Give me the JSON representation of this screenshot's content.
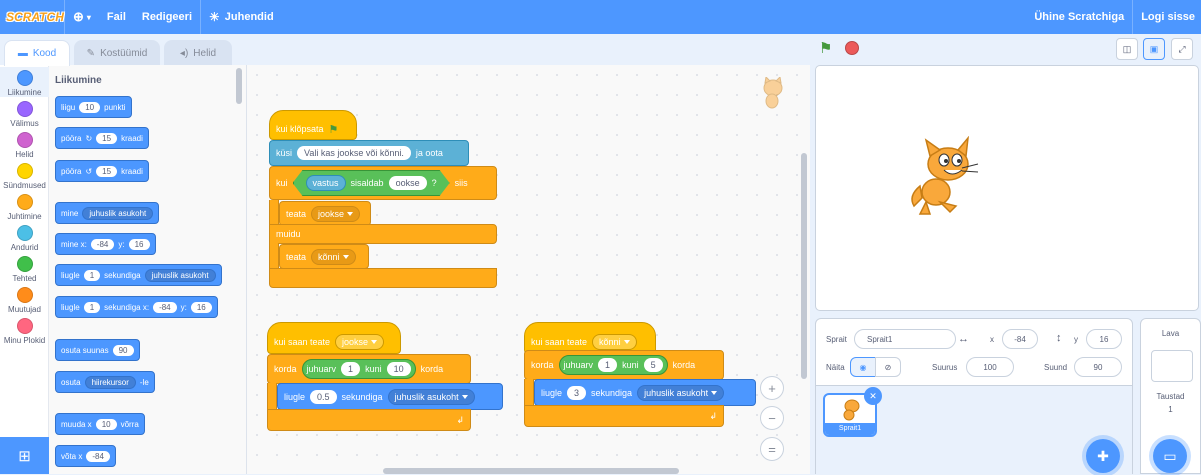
{
  "menubar": {
    "logo": "SCRATCH",
    "file": "Fail",
    "edit": "Redigeeri",
    "tutorials": "Juhendid",
    "join": "Ühine Scratchiga",
    "signin": "Logi sisse"
  },
  "tabs": {
    "code": "Kood",
    "costumes": "Kostüümid",
    "sounds": "Helid"
  },
  "categories": [
    {
      "label": "Liikumine",
      "color": "#4c97ff"
    },
    {
      "label": "Välimus",
      "color": "#9966ff"
    },
    {
      "label": "Helid",
      "color": "#cf63cf"
    },
    {
      "label": "Sündmused",
      "color": "#ffd500"
    },
    {
      "label": "Juhtimine",
      "color": "#ffab19"
    },
    {
      "label": "Andurid",
      "color": "#4cbfe6"
    },
    {
      "label": "Tehted",
      "color": "#40bf4a"
    },
    {
      "label": "Muutujad",
      "color": "#ff8c1a"
    },
    {
      "label": "Minu Plokid",
      "color": "#ff6680"
    }
  ],
  "palette": {
    "title": "Liikumine",
    "move": {
      "a": "liigu",
      "n": "10",
      "b": "punkti"
    },
    "turn_right": {
      "a": "pööra",
      "n": "15",
      "b": "kraadi"
    },
    "turn_left": {
      "a": "pööra",
      "n": "15",
      "b": "kraadi"
    },
    "goto": {
      "a": "mine",
      "dd": "juhuslik asukoht"
    },
    "goto_xy": {
      "a": "mine x:",
      "x": "-84",
      "b": "y:",
      "y": "16"
    },
    "glide": {
      "a": "liugle",
      "n": "1",
      "b": "sekundiga",
      "dd": "juhuslik asukoht"
    },
    "glide_xy": {
      "a": "liugle",
      "n": "1",
      "b": "sekundiga x:",
      "x": "-84",
      "c": "y:",
      "y": "16"
    },
    "point_dir": {
      "a": "osuta suunas",
      "n": "90"
    },
    "point_towards": {
      "a": "osuta",
      "dd": "hiirekursor",
      "b": "-le"
    },
    "change_x": {
      "a": "muuda x",
      "n": "10",
      "b": "võrra"
    },
    "set_x": {
      "a": "võta x",
      "n": "-84"
    }
  },
  "script1": {
    "hat": "kui klõpsata",
    "ask": "küsi",
    "ask_text": "Vali kas jookse või kõnni.",
    "ask_wait": "ja oota",
    "if": "kui",
    "answer": "vastus",
    "contains": "sisaldab",
    "contains_val": "ookse",
    "qmark": "?",
    "then": "siis",
    "say1": "teata",
    "say1_dd": "jookse",
    "else": "muidu",
    "say2": "teata",
    "say2_dd": "kõnni"
  },
  "script2": {
    "hat": "kui saan teate",
    "hat_dd": "jookse",
    "repeat": "korda",
    "rand": "juhuarv",
    "from": "1",
    "to_word": "kuni",
    "to": "10",
    "repeat2": "korda",
    "glide": "liugle",
    "secs": "0.5",
    "secs_word": "sekundiga",
    "dest": "juhuslik asukoht"
  },
  "script3": {
    "hat": "kui saan teate",
    "hat_dd": "kõnni",
    "repeat": "korda",
    "rand": "juhuarv",
    "from": "1",
    "to_word": "kuni",
    "to": "5",
    "repeat2": "korda",
    "glide": "liugle",
    "secs": "3",
    "secs_word": "sekundiga",
    "dest": "juhuslik asukoht"
  },
  "zoom": {
    "in": "+",
    "out": "−",
    "reset": "="
  },
  "sprite_info": {
    "sprite_label": "Sprait",
    "sprite_name": "Sprait1",
    "x_label": "x",
    "x": "-84",
    "y_label": "y",
    "y": "16",
    "show_label": "Näita",
    "size_label": "Suurus",
    "size": "100",
    "direction_label": "Suund",
    "direction": "90",
    "thumb_name": "Sprait1"
  },
  "stage_panel": {
    "title": "Lava",
    "backdrops_label": "Taustad",
    "backdrops_count": "1"
  }
}
